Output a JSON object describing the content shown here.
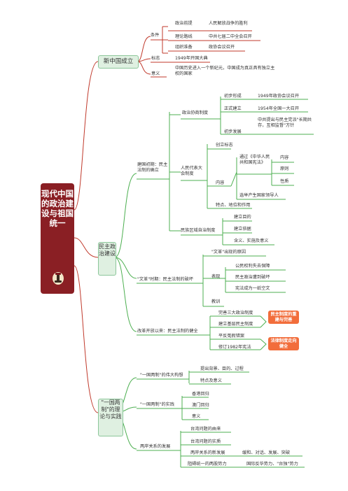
{
  "root": {
    "title": "现代中国的政治建设与祖国统一",
    "badge_icon": "stamp-icon"
  },
  "colors": {
    "root_bg": "#8a1f24",
    "branch_red": "#c0392b",
    "branch_green": "#4caf50",
    "box_green": "#dff0e1",
    "callout_orange": "#f26d3b"
  },
  "b1": {
    "title": "新中国成立",
    "cond": {
      "label": "条件",
      "items": [
        {
          "k": "政治前提",
          "v": "人民解放战争的胜利"
        },
        {
          "k": "理论路线",
          "v": "中共七届二中全会召开"
        },
        {
          "k": "组织准备",
          "v": "政协会议召开"
        }
      ]
    },
    "sign": {
      "label": "标志",
      "v": "1949年开国大典"
    },
    "meaning": {
      "label": "意义",
      "v": "中国历史进入一个新纪元，中国成为真正具有独立主权的国家"
    }
  },
  "b2": {
    "title": "民主政治建设",
    "s1": {
      "label": "建国初期：民主法制的确立",
      "cppcc": {
        "label": "政治协商制度",
        "items": [
          {
            "k": "初步形成",
            "v": "1949年政协会议召开"
          },
          {
            "k": "正式建立",
            "v": "1954年全国一大召开"
          },
          {
            "k": "初步发展",
            "v": "中共提出与民主党派\"长期共存，互相监督\"方针"
          }
        ]
      },
      "npc": {
        "label": "人民代表大会制度",
        "sign": "创立标志",
        "content": {
          "label": "内容",
          "via": "通过《中华人民共和国宪法》",
          "items": [
            "内容",
            "原则",
            "性质"
          ],
          "elect": "选举产生国家领导人"
        },
        "feature": "特点、地位和作用"
      },
      "autonomy": {
        "label": "民族区域自治制度",
        "items": [
          "建立目的",
          "建立依据",
          "含义、实施及意义"
        ]
      }
    },
    "s2": {
      "label": "\"文革\"时期：民主法制的破坏",
      "reason": "\"文革\"出现的原因",
      "perf": {
        "label": "表现",
        "items": [
          "公民权利失去保障",
          "民主政治遭到破坏",
          "宪法成为一纸空文"
        ]
      },
      "lesson": "教训"
    },
    "s3": {
      "label": "改革开放以来：民主法制的健全",
      "items": [
        "完善三大政治制度",
        "建立基层民主制度",
        "平反冤假错案",
        "修订1982年宪法"
      ],
      "callouts": [
        "民主制度的重建与完善",
        "法律制度走向健全"
      ]
    }
  },
  "b3": {
    "title": "\"一国两制\"的理论与实践",
    "s1": {
      "label": "\"一国两制\"的伟大构想",
      "items": [
        "提出背景、目的、过程",
        "特点及意义"
      ]
    },
    "s2": {
      "label": "\"一国两制\"的实践",
      "items": [
        "香港回归",
        "澳门回归",
        "意义"
      ]
    },
    "s3": {
      "label": "两岸关系的发展",
      "items": [
        {
          "k": "台湾问题的由来",
          "v": ""
        },
        {
          "k": "台湾问题的实质",
          "v": ""
        },
        {
          "k": "两岸关系的新发展",
          "v": "缓和、对话、发展、突破"
        },
        {
          "k": "阻碍统一的两股势力",
          "v": "国际反华势力、\"台独\"势力"
        }
      ]
    }
  }
}
